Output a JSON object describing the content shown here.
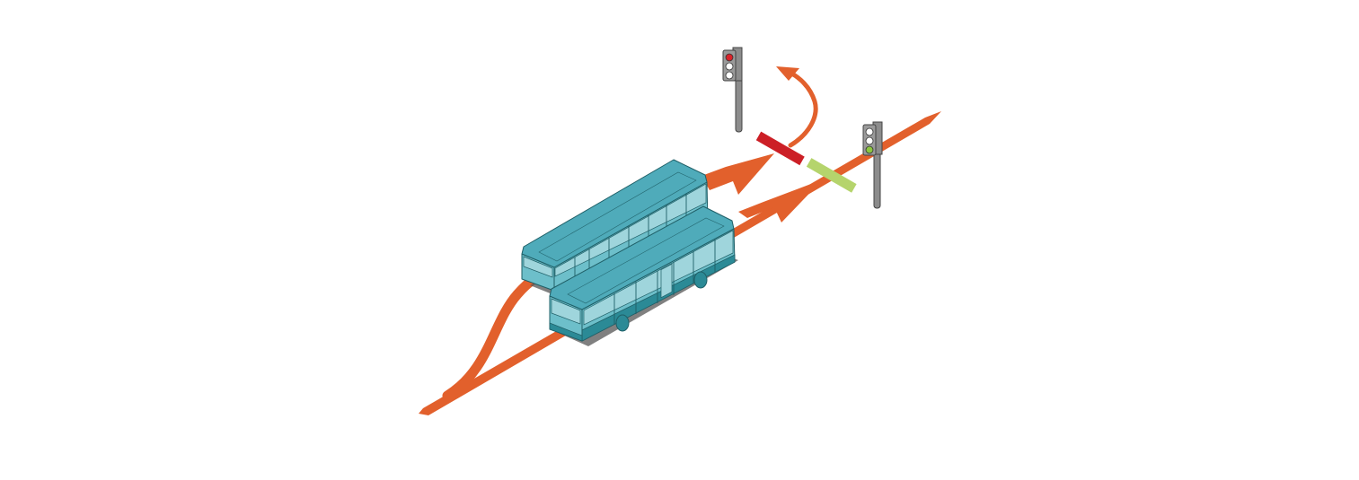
{
  "colors": {
    "background": "#ffffff",
    "route_arrow": "#e2602c",
    "bus_roof": "#4fabba",
    "bus_side": "#6dbfca",
    "bus_window": "#9fd5dc",
    "bus_dark": "#2b8a96",
    "bus_outline": "#1f5f67",
    "stop_line_red": "#cc1f26",
    "stop_line_green": "#b5d46c",
    "pole": "#8c8c8c",
    "pole_outline": "#444444",
    "signal_red": "#d9232a",
    "signal_green": "#8cc63f",
    "signal_off": "#ffffff"
  },
  "icons": {
    "bus_left": "bus-icon",
    "bus_right": "bus-icon",
    "traffic_light_left": "traffic-light-icon",
    "traffic_light_right": "traffic-light-icon"
  },
  "signals": {
    "left_lane": {
      "stop_line": "red",
      "lamp_lit": "red"
    },
    "right_lane": {
      "stop_line": "green",
      "lamp_lit": "green"
    }
  }
}
